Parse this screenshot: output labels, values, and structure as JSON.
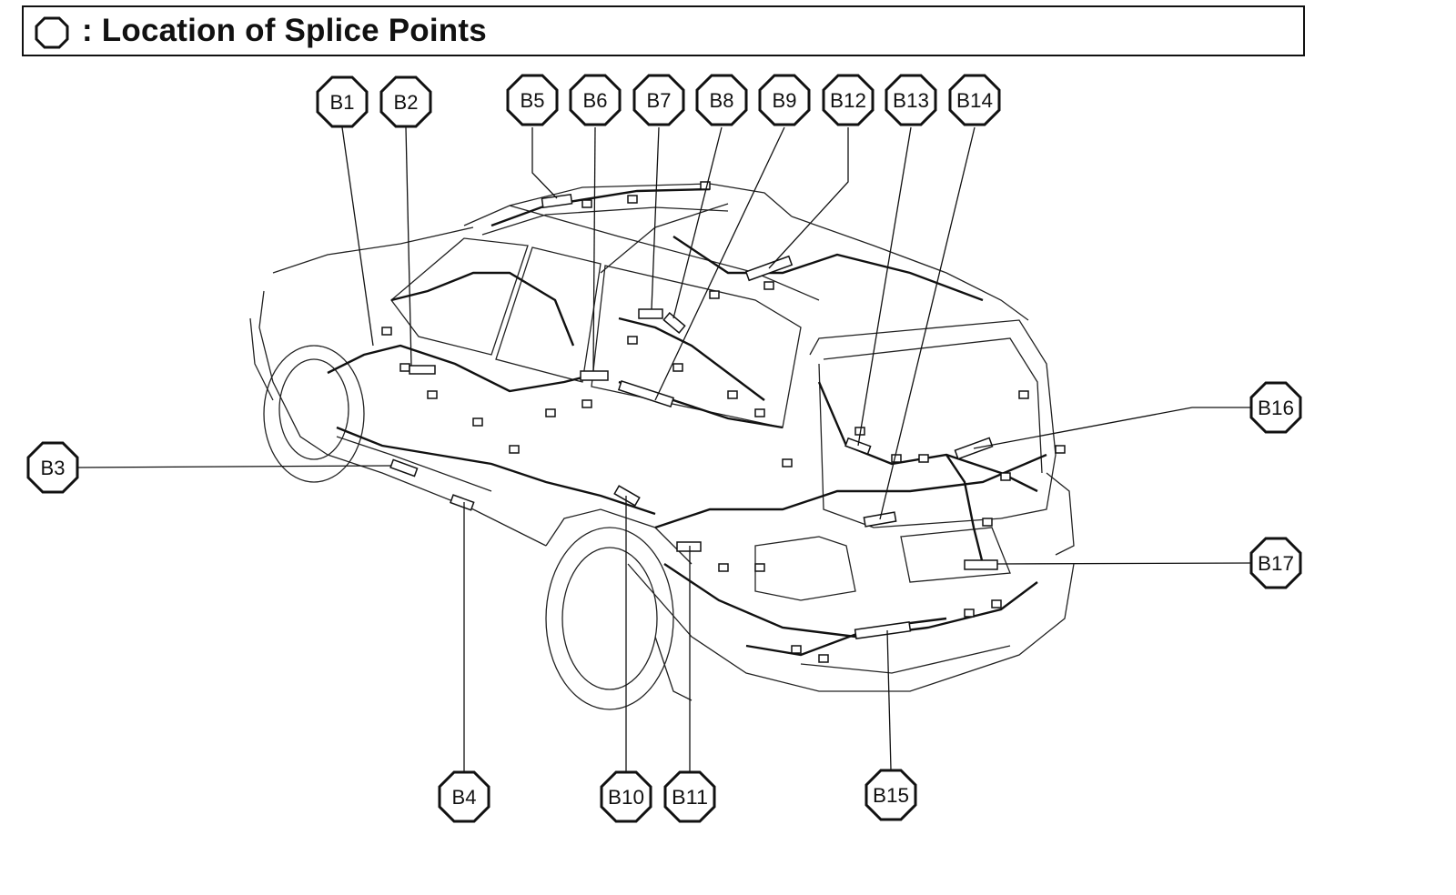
{
  "title": {
    "text": ": Location of Splice Points",
    "symbol_icon": "octagon-icon"
  },
  "splice_points": [
    "B1",
    "B2",
    "B3",
    "B4",
    "B5",
    "B6",
    "B7",
    "B8",
    "B9",
    "B10",
    "B11",
    "B12",
    "B13",
    "B14",
    "B15",
    "B16",
    "B17"
  ],
  "colors": {
    "line": "#111111",
    "background": "#ffffff"
  }
}
